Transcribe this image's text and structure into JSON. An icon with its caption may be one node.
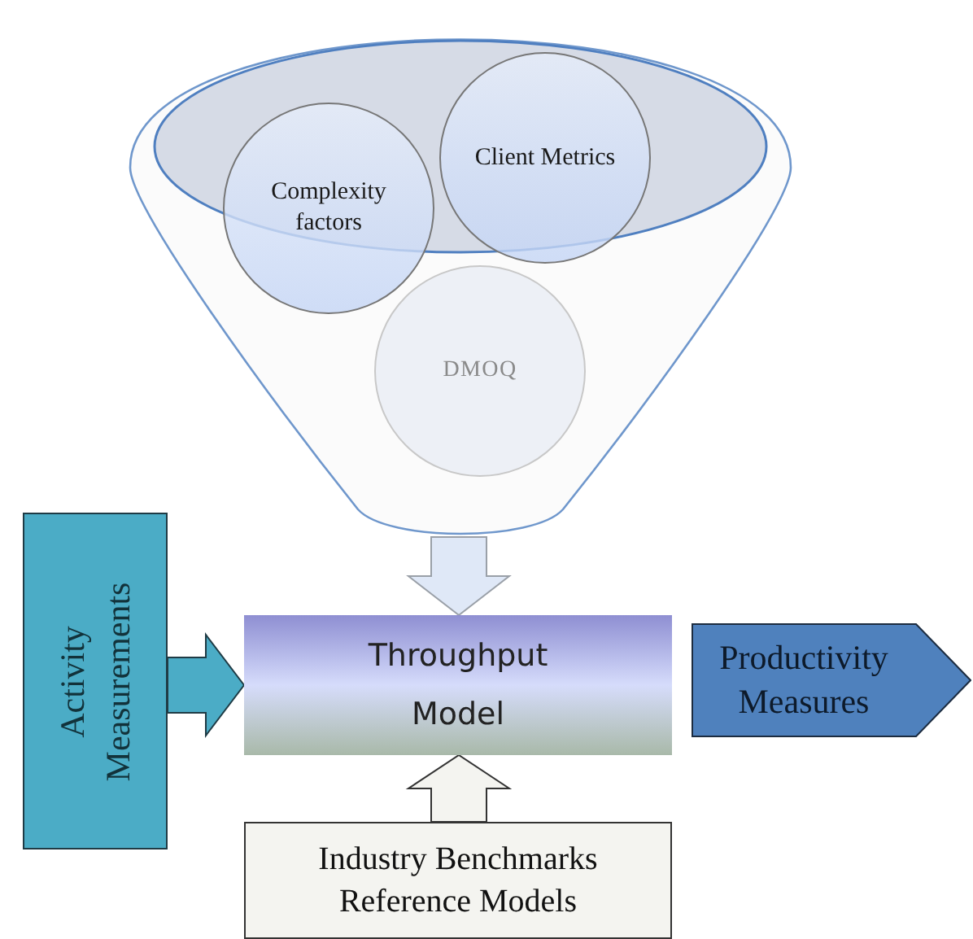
{
  "diagram": {
    "nodes": [
      {
        "text": [],
        "shape": "funnel"
      },
      {
        "text": [
          "Complexity factors"
        ],
        "in": 0
      },
      {
        "text": [
          "Client Metrics"
        ],
        "in": 0
      },
      {
        "text": [
          "DMOQ"
        ],
        "in": 0
      },
      {
        "text": [
          "Activity Measurements"
        ]
      },
      {
        "text": [
          "Throughput Model"
        ]
      },
      {
        "text": [
          "Productivity Measures"
        ]
      },
      {
        "text": [
          "Industry Benchmarks Reference Models"
        ]
      }
    ],
    "edges": [
      {
        "from": 0,
        "to": 5,
        "arrow": "to"
      },
      {
        "from": 4,
        "to": 5,
        "arrow": "to"
      },
      {
        "from": 7,
        "to": 5,
        "arrow": "to"
      }
    ]
  }
}
